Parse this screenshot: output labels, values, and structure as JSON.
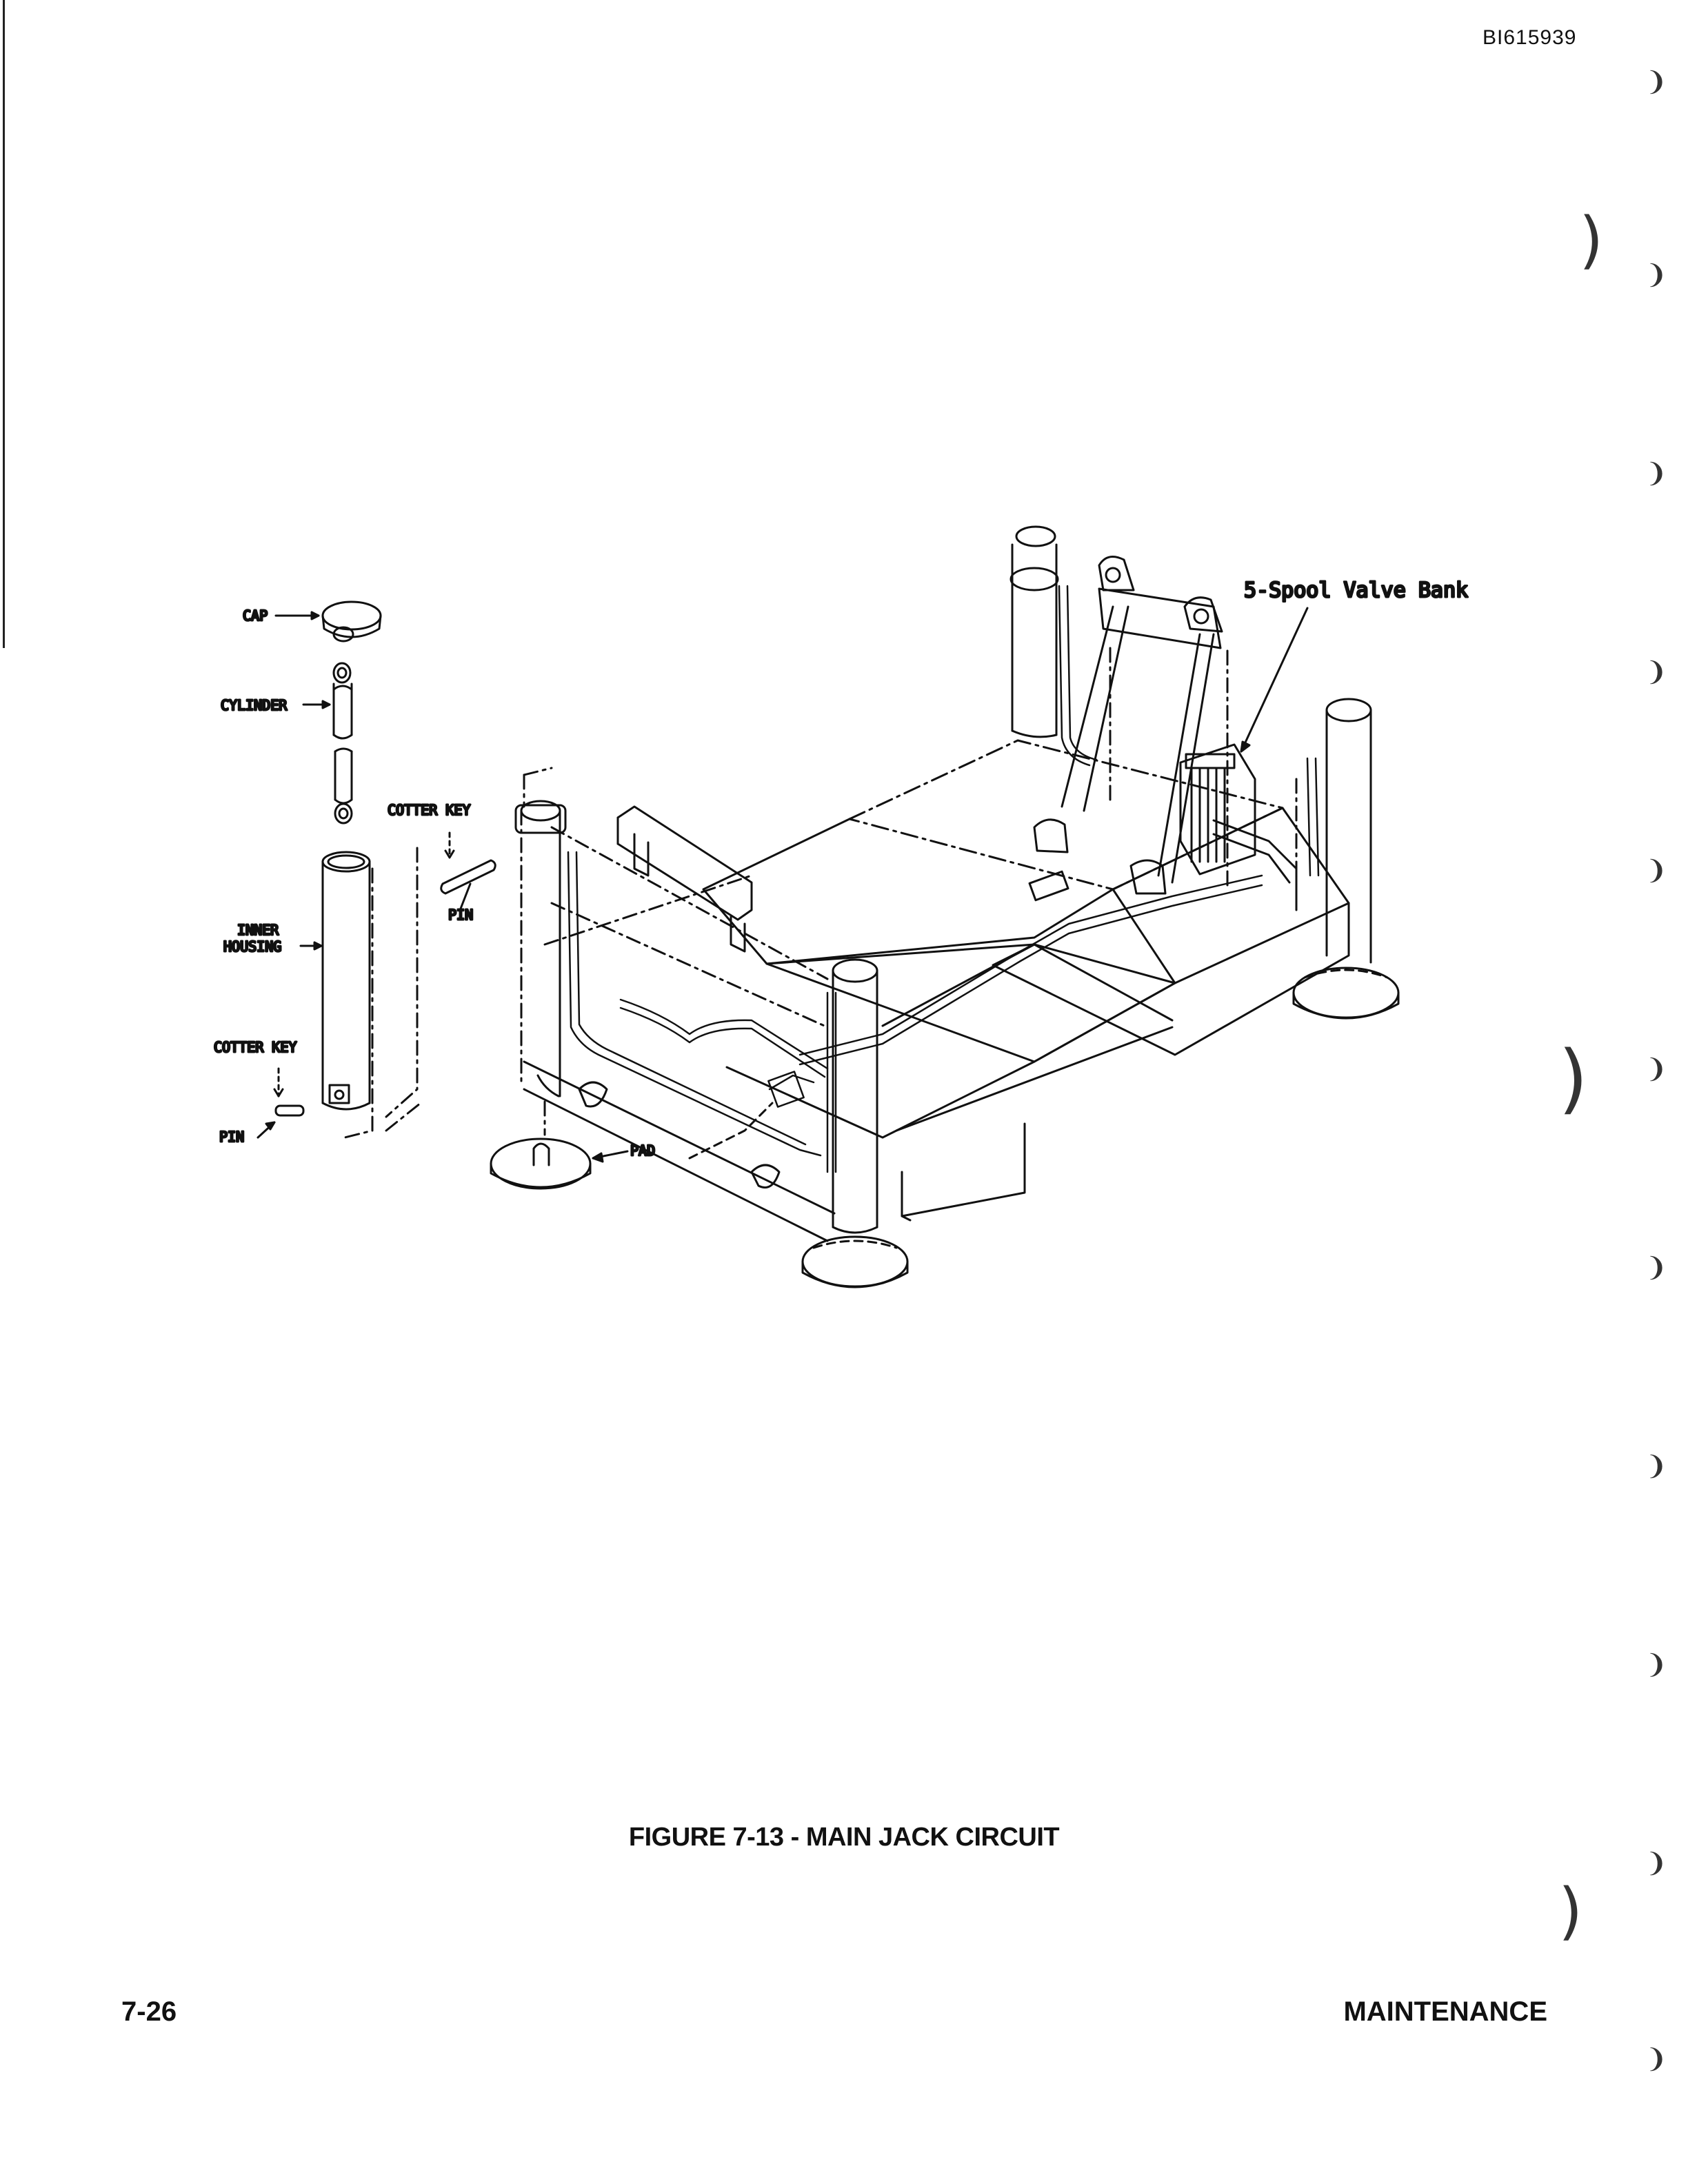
{
  "header": {
    "doc_id": "BI615939"
  },
  "figure": {
    "labels": {
      "cap": "CAP",
      "cylinder": "CYLINDER",
      "cotter_key_top": "COTTER KEY",
      "pin_top": "PIN",
      "inner_housing_line1": "INNER",
      "inner_housing_line2": "HOUSING",
      "cotter_key_bottom": "COTTER KEY",
      "pin_bottom": "PIN",
      "pad": "PAD",
      "valve_bank": "5-Spool Valve Bank"
    },
    "caption": "FIGURE 7-13 - MAIN JACK CIRCUIT"
  },
  "footer": {
    "page_number": "7-26",
    "section": "MAINTENANCE"
  }
}
